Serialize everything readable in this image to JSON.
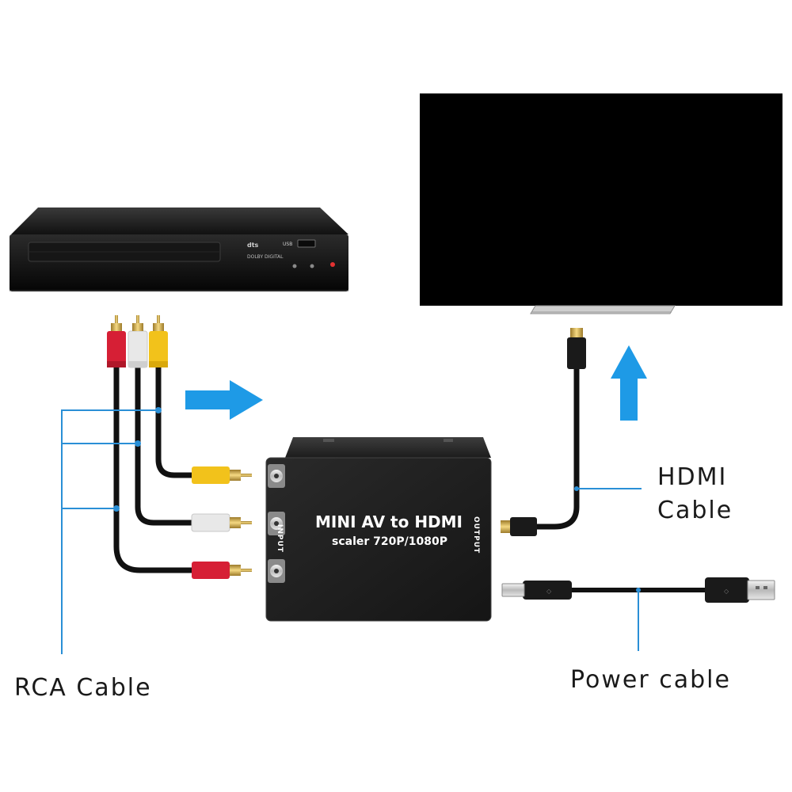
{
  "labels": {
    "rca_cable": "RCA Cable",
    "hdmi_cable_line1": "HDMI",
    "hdmi_cable_line2": "Cable",
    "power_cable": "Power cable"
  },
  "converter": {
    "title": "MINI AV to HDMI",
    "subtitle": "scaler 720P/1080P",
    "input_label": "INPUT",
    "output_label": "OUTPUT"
  },
  "dvd_player": {
    "brand_marks": [
      "dts",
      "DOLBY DIGITAL",
      "USB"
    ]
  },
  "colors": {
    "arrow_blue": "#1e9ae6",
    "leader_blue": "#2a8fd6",
    "rca_red": "#d61f35",
    "rca_white": "#e8e8e8",
    "rca_yellow": "#f2c21b",
    "device_black": "#1c1c1c",
    "tv_screen": "#000000"
  },
  "icons": {
    "signal_arrow_right": "arrow-right-icon",
    "signal_arrow_up": "arrow-up-icon"
  }
}
